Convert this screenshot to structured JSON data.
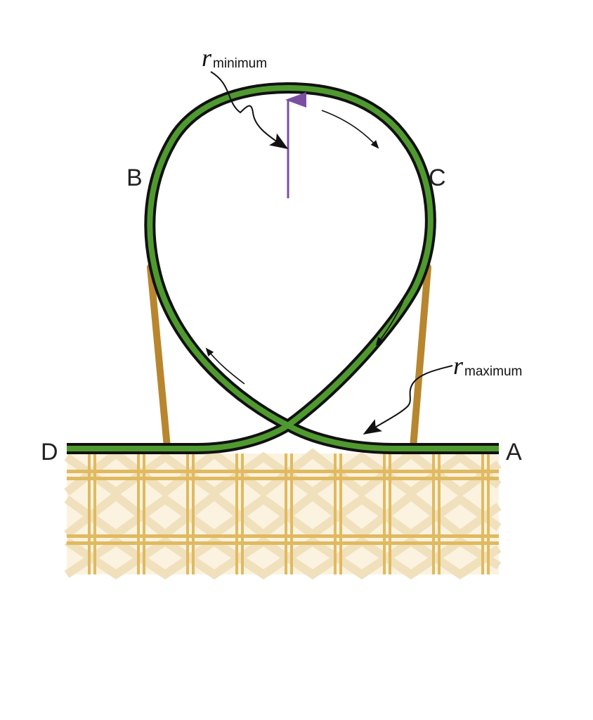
{
  "labels": {
    "point_a": "A",
    "point_b": "B",
    "point_c": "C",
    "point_d": "D",
    "r_min_symbol": "r",
    "r_min_subscript": "minimum",
    "r_max_symbol": "r",
    "r_max_subscript": "maximum"
  },
  "colors": {
    "track_outer": "#111111",
    "track_inner": "#4f9a2e",
    "support": "#b8862e",
    "lattice_bar": "#e0ba60",
    "lattice_bg": "#fbf3e0",
    "lattice_cross": "#f0e0bc",
    "radius_arrow": "#7a4fa0",
    "pointer": "#111111"
  }
}
